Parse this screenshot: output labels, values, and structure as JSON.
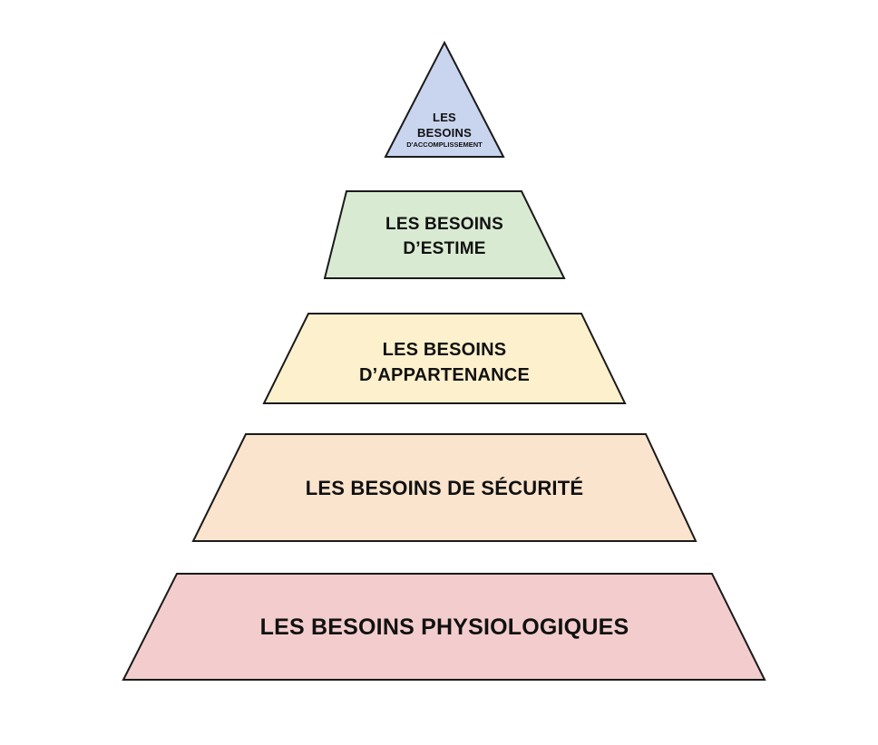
{
  "levels": [
    {
      "id": "accomplissement",
      "lines": [
        "LES",
        "BESOINS",
        "D'ACCOMPLISSEMENT"
      ],
      "color": "#c9d4ee"
    },
    {
      "id": "estime",
      "lines": [
        "LES BESOINS",
        "D’ESTIME"
      ],
      "color": "#d9ead2"
    },
    {
      "id": "appartenance",
      "lines": [
        "LES BESOINS",
        "D’APPARTENANCE"
      ],
      "color": "#fdf1cd"
    },
    {
      "id": "securite",
      "lines": [
        "LES BESOINS DE SÉCURITÉ"
      ],
      "color": "#fbe4cd"
    },
    {
      "id": "physiologiques",
      "lines": [
        "LES BESOINS PHYSIOLOGIQUES"
      ],
      "color": "#f3cdcd"
    }
  ],
  "outline_color": "#1a1a1a"
}
